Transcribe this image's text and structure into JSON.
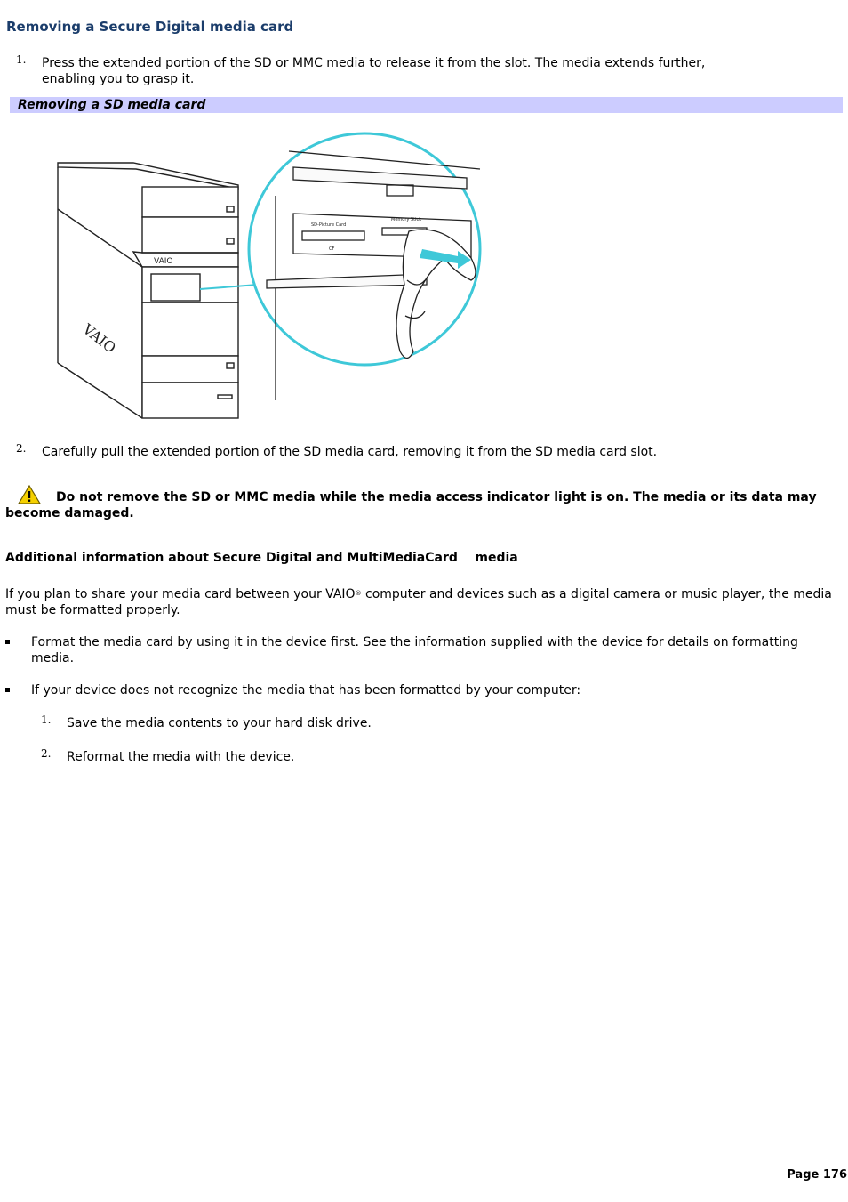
{
  "title": "Removing a Secure Digital media card",
  "steps": [
    {
      "num": "1.",
      "line1": "Press the extended portion of the SD or MMC media to release it from the slot. The media extends further,",
      "line2": "enabling you to grasp it."
    },
    {
      "num": "2.",
      "line1": "Carefully pull the extended portion of the SD media card, removing it from the SD media card slot."
    }
  ],
  "figure_caption": "Removing a SD media card",
  "figure": {
    "brand_label": "VAIO",
    "slot_labels": {
      "sd": "SD-Picture Card",
      "cf": "CF",
      "ms": "Memory Stick"
    },
    "colors": {
      "magnifier": "#3ec8d8",
      "arrow": "#3ec8d8",
      "line": "#222222"
    }
  },
  "warning": {
    "icon": "warning-triangle-icon",
    "text": "Do not remove the SD or MMC media while the media access indicator light is on. The media or its data may become damaged."
  },
  "section_heading": "Additional information about Secure Digital and MultiMediaCard    media",
  "intro": {
    "before": "If you plan to share your media card between your VAIO",
    "mark": "®",
    "after": " computer and devices such as a digital camera or music player, the media must be formatted properly."
  },
  "bullets": [
    "Format the media card by using it in the device first. See the information supplied with the device for details on formatting media.",
    "If your device does not recognize the media that has been formatted by your computer:"
  ],
  "substeps": [
    {
      "num": "1.",
      "text": "Save the media contents to your hard disk drive."
    },
    {
      "num": "2.",
      "text": "Reformat the media with the device."
    }
  ],
  "footer": "Page 176",
  "colors": {
    "title": "#1b3d6b",
    "caption_bg": "#ccccff"
  }
}
